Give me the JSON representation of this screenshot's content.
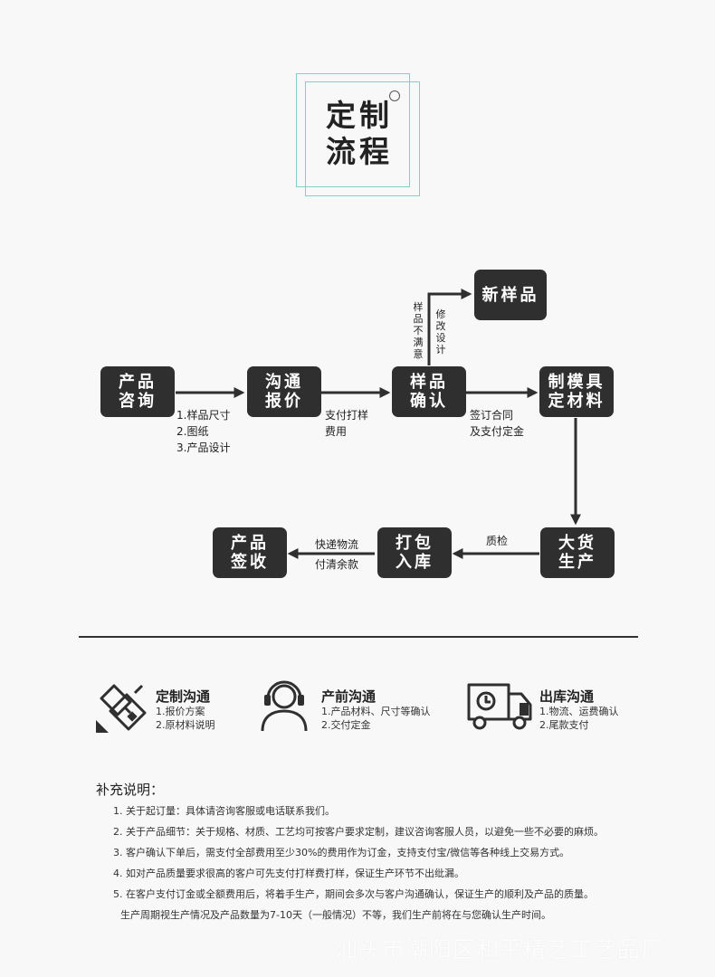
{
  "title": {
    "line1": "定制",
    "line2": "流程"
  },
  "flow": {
    "consult": "产品\n咨询",
    "quote": "沟通\n报价",
    "sample_confirm": "样品\n确认",
    "new_sample": "新样品",
    "mold_material": "制模具\n定材料",
    "mass_production": "大货\n生产",
    "pack_store": "打包\n入库",
    "receipt": "产品\n签收"
  },
  "notes": {
    "consult_to_quote": "1.样品尺寸\n2.图纸\n3.产品设计",
    "quote_to_sample": "支付打样\n费用",
    "sample_to_mold": "签订合同\n及支付定金",
    "unsatisfied": "样品不满意",
    "modify": "修改设计",
    "qc": "质检",
    "delivery": "快递物流\n付清余款"
  },
  "features": [
    {
      "icon": "phone-fax-icon",
      "title": "定制沟通",
      "items": "1.报价方案\n2.原材料说明"
    },
    {
      "icon": "headset-person-icon",
      "title": "产前沟通",
      "items": "1.产品材料、尺寸等确认\n2.交付定金"
    },
    {
      "icon": "delivery-truck-icon",
      "title": "出库沟通",
      "items": "1.物流、运费确认\n2.尾款支付"
    }
  ],
  "supplement": {
    "title": "补充说明：",
    "items": [
      "1. 关于起订量：具体请咨询客服或电话联系我们。",
      "2. 关于产品细节：关于规格、材质、工艺均可按客户要求定制，建议咨询客服人员，以避免一些不必要的麻烦。",
      "3. 客户确认下单后，需支付全部费用至少30%的费用作为订金，支持支付宝/微信等各种线上交易方式。",
      "4. 如对产品质量要求很高的客户可先支付打样费打样，保证生产环节不出纰漏。",
      "5. 在客户支付订金或全额费用后，将着手生产，期间会多次与客户沟通确认，保证生产的顺利及产品的质量。",
      "生产周期视生产情况及产品数量为7-10天（一般情况）不等，我们生产前将在与您确认生产时间。"
    ]
  },
  "watermark": "汕头市潮阳区和平精艺工艺品厂"
}
